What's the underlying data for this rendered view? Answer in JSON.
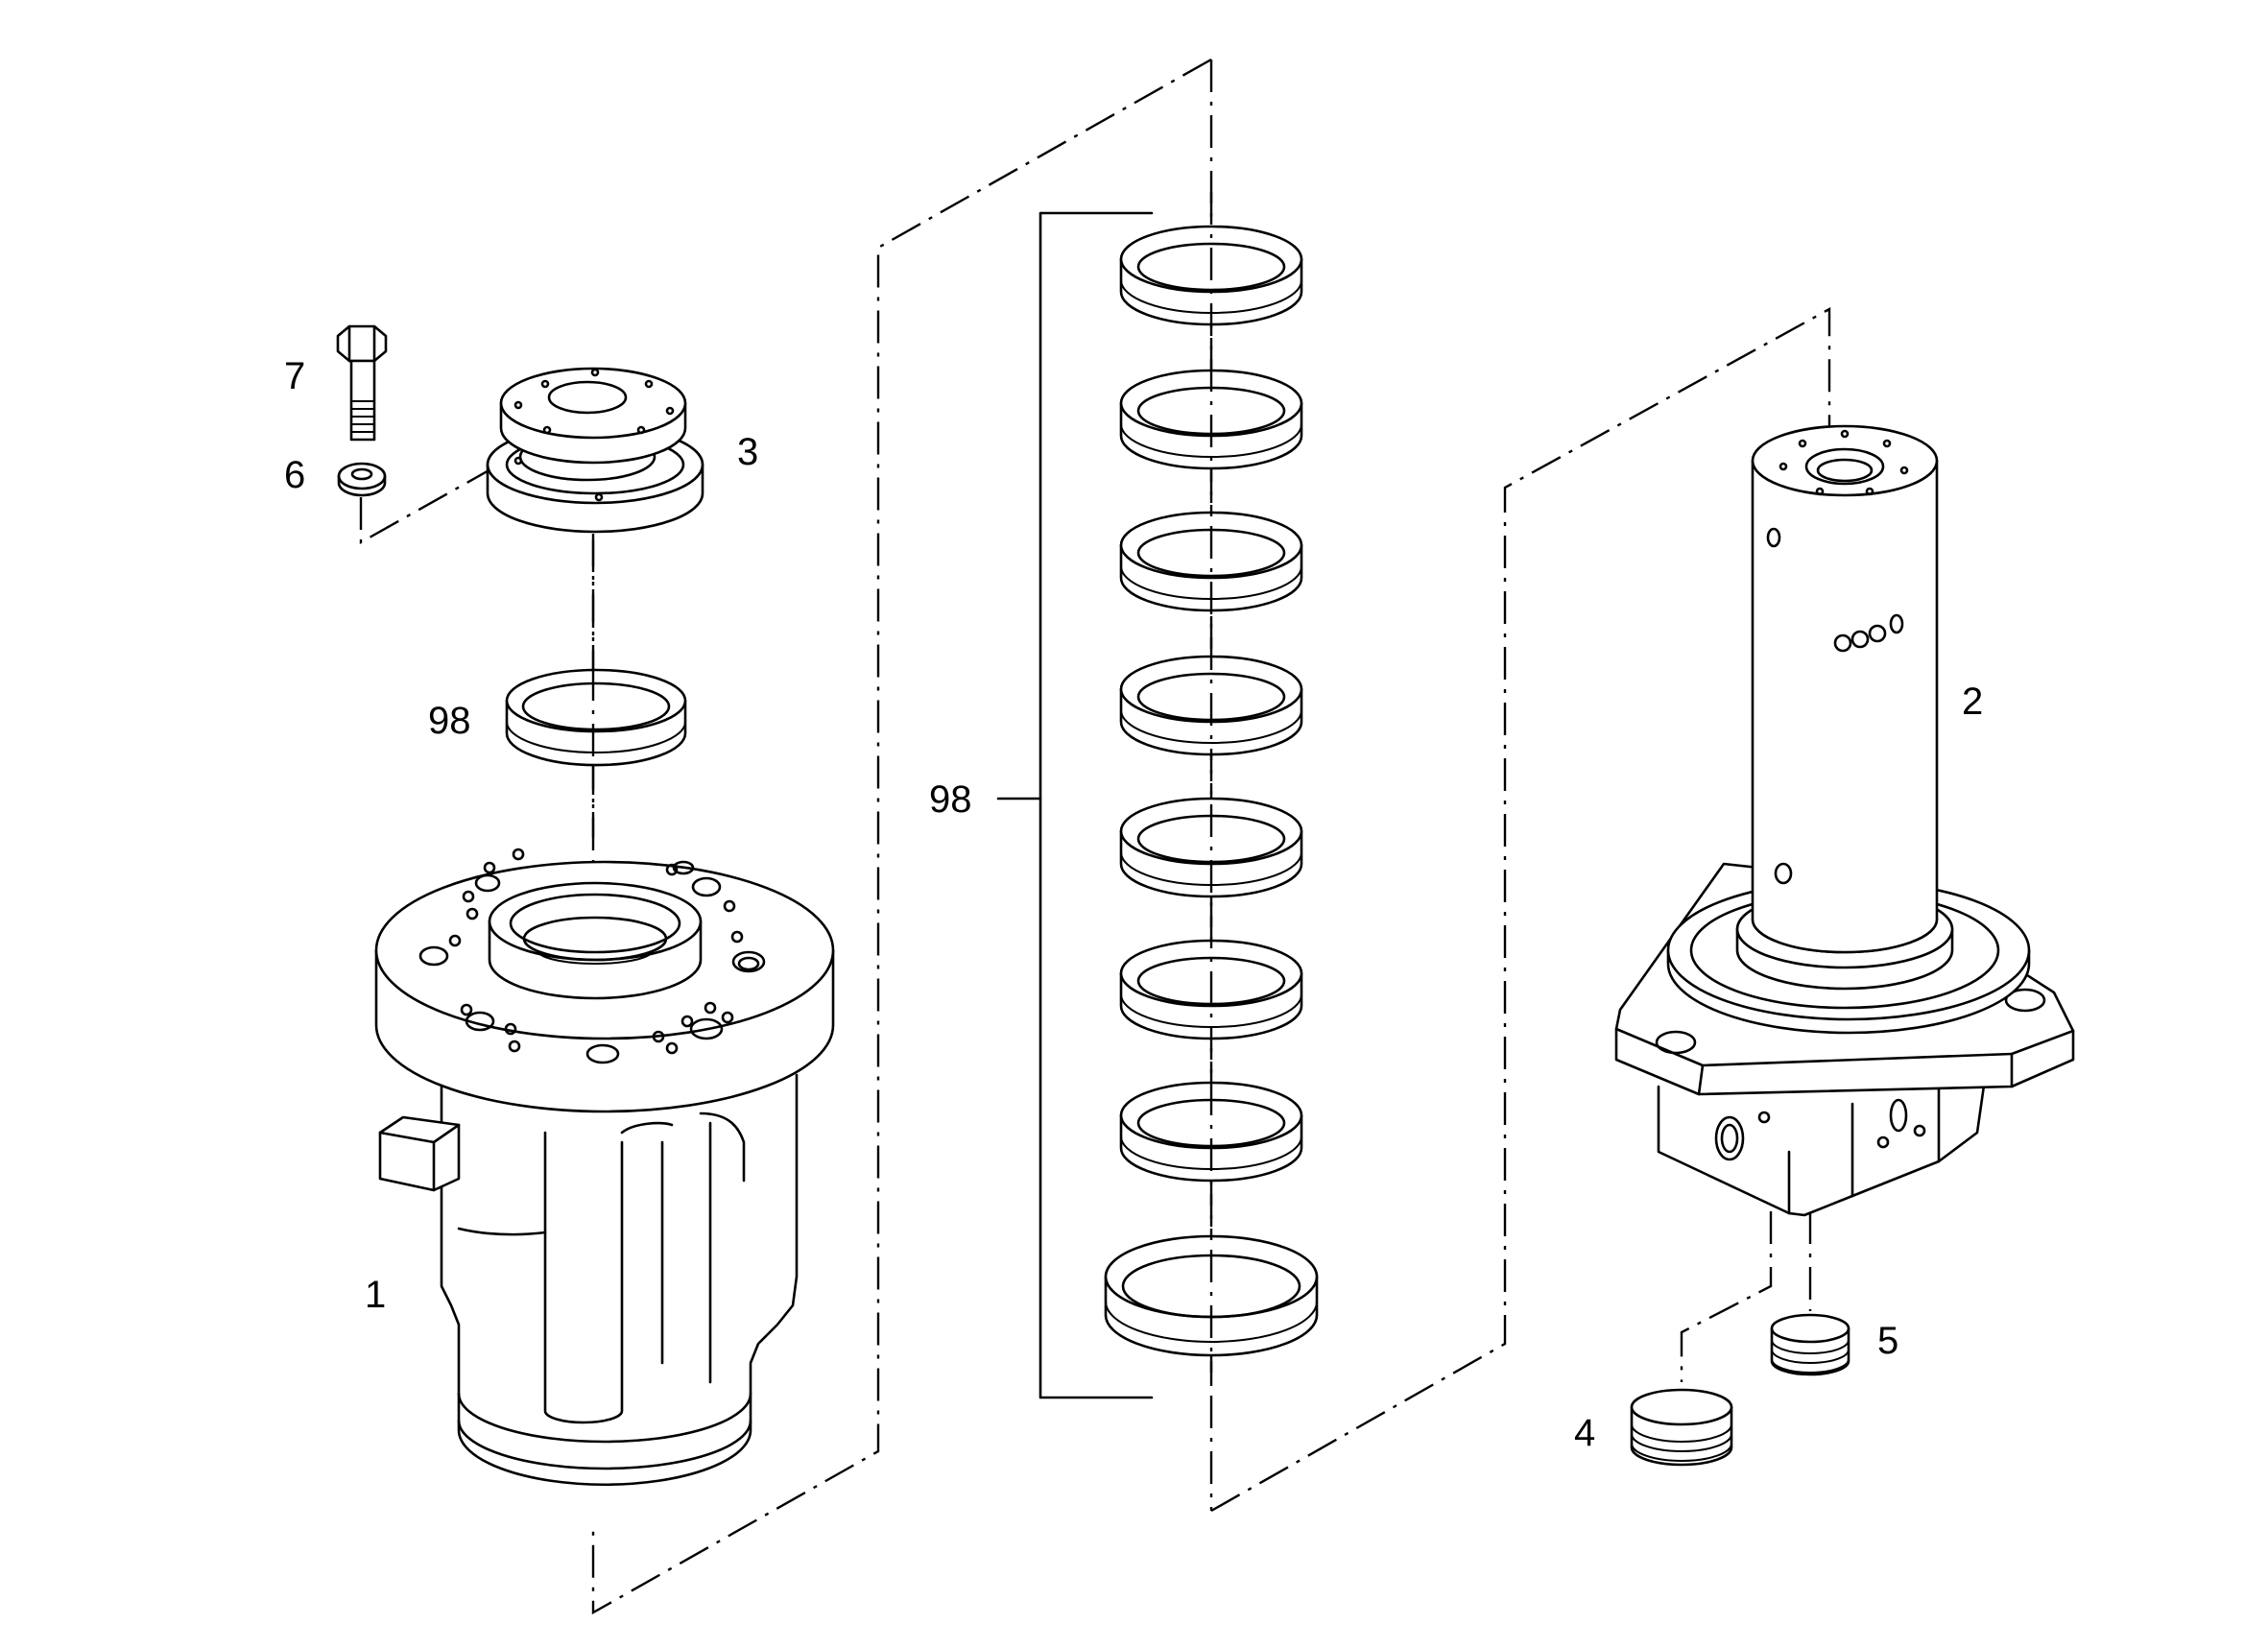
{
  "labels": {
    "p1": "1",
    "p2": "2",
    "p3": "3",
    "p4": "4",
    "p5": "5",
    "p6": "6",
    "p7": "7",
    "p98_single": "98",
    "p98_set": "98"
  },
  "seal_set": {
    "ring_count": 8
  }
}
